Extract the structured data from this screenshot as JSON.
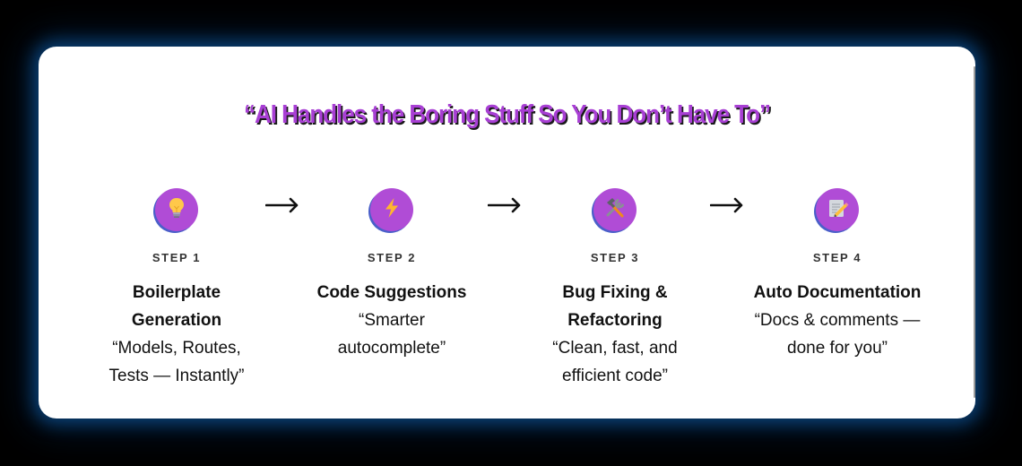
{
  "title": "“AI Handles the Boring Stuff So You Don’t Have To”",
  "colors": {
    "title": "#a83fd4",
    "title_shadow": "#1a1a1a",
    "icon_circle": "#b04cd6",
    "icon_circle_shadow": "#4a5fc9",
    "card_glow": "#0c4882",
    "background": "#000000",
    "card": "#ffffff"
  },
  "steps": [
    {
      "label": "STEP 1",
      "icon": "lightbulb-icon",
      "title_lines": [
        "Boilerplate",
        "Generation"
      ],
      "desc_lines": [
        "“Models, Routes,",
        "Tests — Instantly”"
      ]
    },
    {
      "label": "STEP 2",
      "icon": "lightning-icon",
      "title_lines": [
        "Code Suggestions"
      ],
      "desc_lines": [
        "“Smarter",
        "autocomplete”"
      ]
    },
    {
      "label": "STEP 3",
      "icon": "hammer-wrench-icon",
      "title_lines": [
        "Bug Fixing &",
        "Refactoring"
      ],
      "desc_lines": [
        "“Clean, fast, and",
        "efficient code”"
      ]
    },
    {
      "label": "STEP 4",
      "icon": "memo-pencil-icon",
      "title_lines": [
        "Auto Documentation"
      ],
      "desc_lines": [
        "“Docs & comments —",
        "done for you”"
      ]
    }
  ],
  "arrows": [
    "right-arrow-icon",
    "right-arrow-icon",
    "right-arrow-icon"
  ]
}
